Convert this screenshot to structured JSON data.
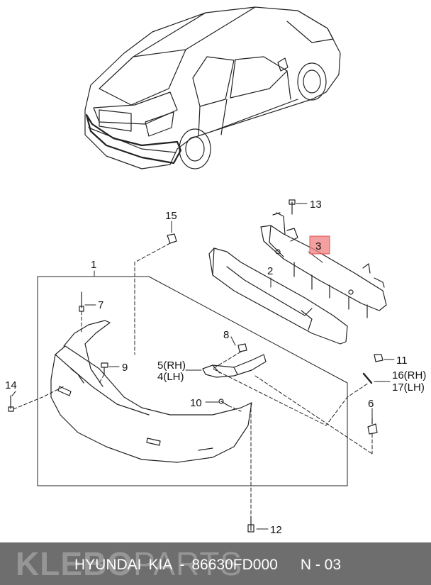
{
  "callouts": {
    "c1": "1",
    "c2": "2",
    "c3": "3",
    "c4": "4(LH)",
    "c5": "5(RH)",
    "c6": "6",
    "c7": "7",
    "c8": "8",
    "c9": "9",
    "c10": "10",
    "c11": "11",
    "c12": "12",
    "c13": "13",
    "c14": "14",
    "c15": "15",
    "c16": "16(RH)",
    "c17": "17(LH)"
  },
  "highlight_color": "#f08080",
  "footer": {
    "watermark_bold": "KLEBO",
    "watermark_light": "PARTS",
    "brand": "HYUNDAI",
    "maker": "KIA",
    "separator": "-",
    "part_number": "86630FD000",
    "sheet": "N - 03"
  }
}
